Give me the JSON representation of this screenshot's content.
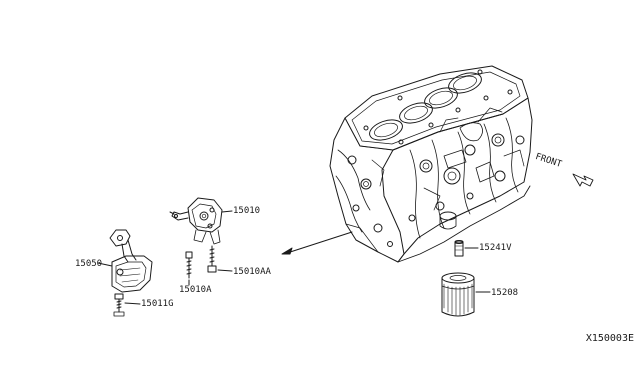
{
  "diagram": {
    "front_label": "FRONT",
    "diagram_code": "X150003E",
    "parts": [
      {
        "id": "engine-block",
        "label": ""
      },
      {
        "id": "oil-pump",
        "label": "15010"
      },
      {
        "id": "pump-bolt-a",
        "label": "15010A"
      },
      {
        "id": "pump-bolt-aa",
        "label": "15010AA"
      },
      {
        "id": "oil-strainer",
        "label": "15050"
      },
      {
        "id": "strainer-bolt",
        "label": "15011G"
      },
      {
        "id": "filter-stud",
        "label": "15241V"
      },
      {
        "id": "oil-filter",
        "label": "15208"
      }
    ]
  }
}
